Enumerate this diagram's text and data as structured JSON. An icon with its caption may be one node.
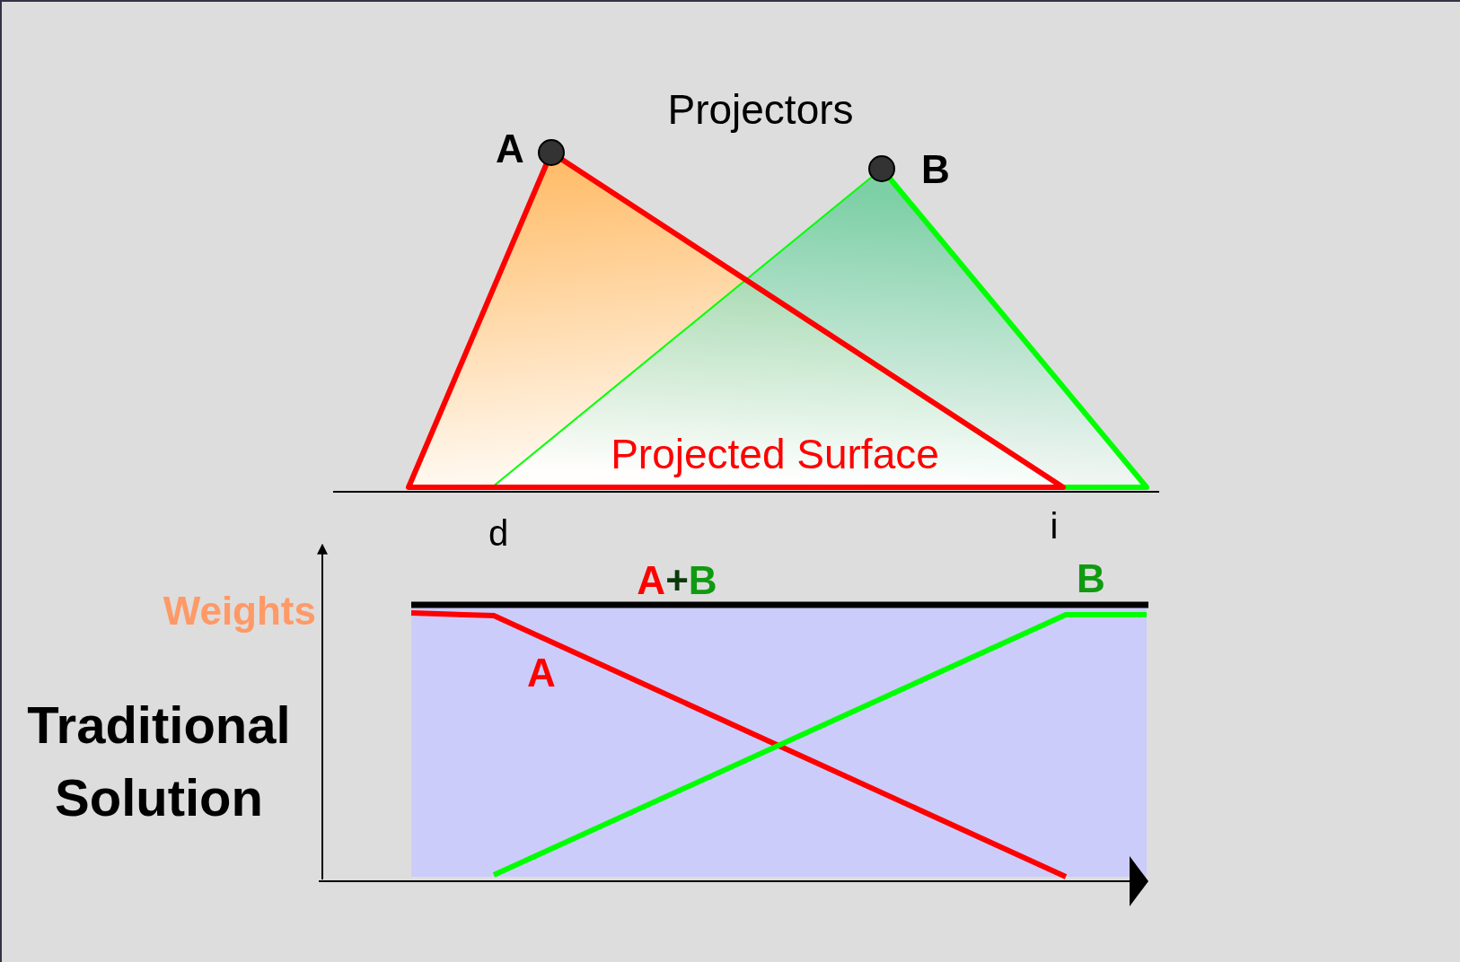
{
  "diagram": {
    "title": "Traditional Solution",
    "labels": [
      "Projectors",
      "A",
      "B",
      "Projected Surface",
      "d",
      "i",
      "A+B",
      "B",
      "Weights",
      "A"
    ]
  }
}
